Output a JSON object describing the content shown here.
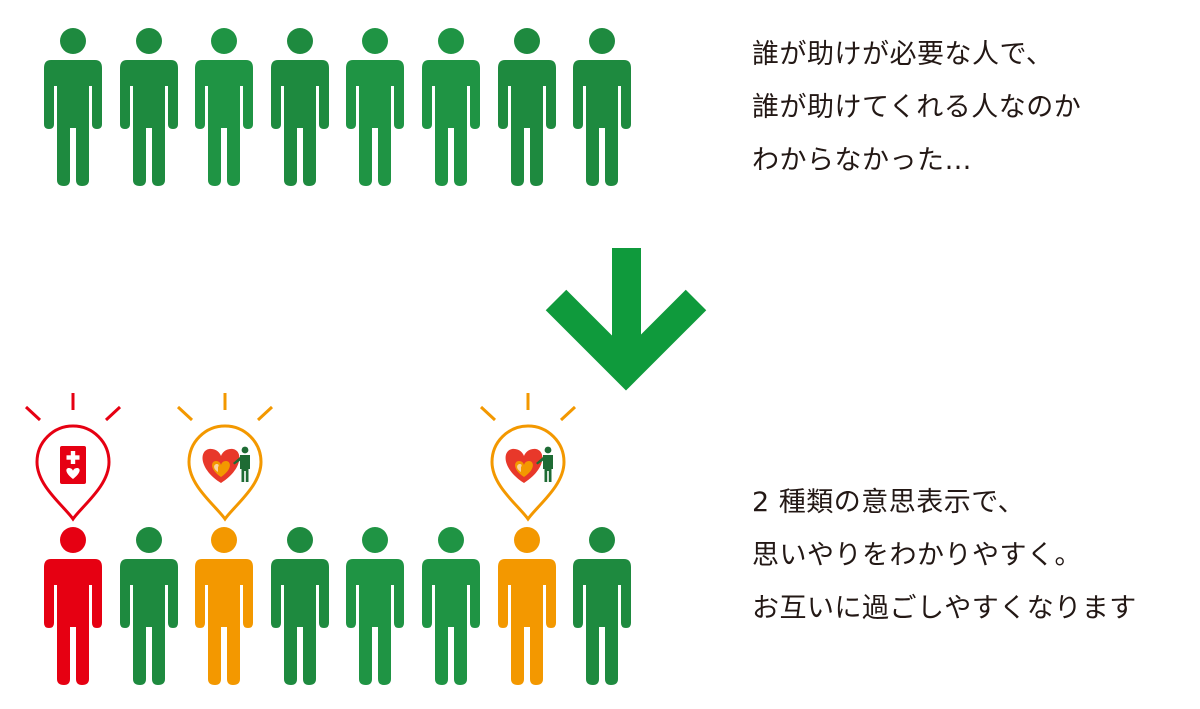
{
  "colors": {
    "figure_default": "#1e8a3f",
    "figure_alt": "#1f9444",
    "arrow": "#0f9a3c",
    "help_mark": "#e60012",
    "support_mark": "#f39800",
    "caption_text": "#231815"
  },
  "top_row": {
    "figures": [
      {
        "status": "default"
      },
      {
        "status": "default"
      },
      {
        "status": "default"
      },
      {
        "status": "default"
      },
      {
        "status": "default"
      },
      {
        "status": "default"
      },
      {
        "status": "default"
      },
      {
        "status": "default"
      }
    ],
    "caption_lines": [
      "誰が助けが必要な人で、",
      "誰が助けてくれる人なのか",
      "わからなかった…"
    ]
  },
  "arrow": {
    "direction": "down",
    "icon": "down-arrow-icon"
  },
  "bottom_row": {
    "figures": [
      {
        "status": "help-mark"
      },
      {
        "status": "default"
      },
      {
        "status": "support-mark"
      },
      {
        "status": "default"
      },
      {
        "status": "default"
      },
      {
        "status": "default"
      },
      {
        "status": "support-mark"
      },
      {
        "status": "default"
      }
    ],
    "caption_lines": [
      "2 種類の意思表示で、",
      "思いやりをわかりやすく。",
      "お互いに過ごしやすくなります"
    ]
  },
  "icons": {
    "help": "help-mark-card-icon",
    "support": "support-heart-person-icon"
  }
}
